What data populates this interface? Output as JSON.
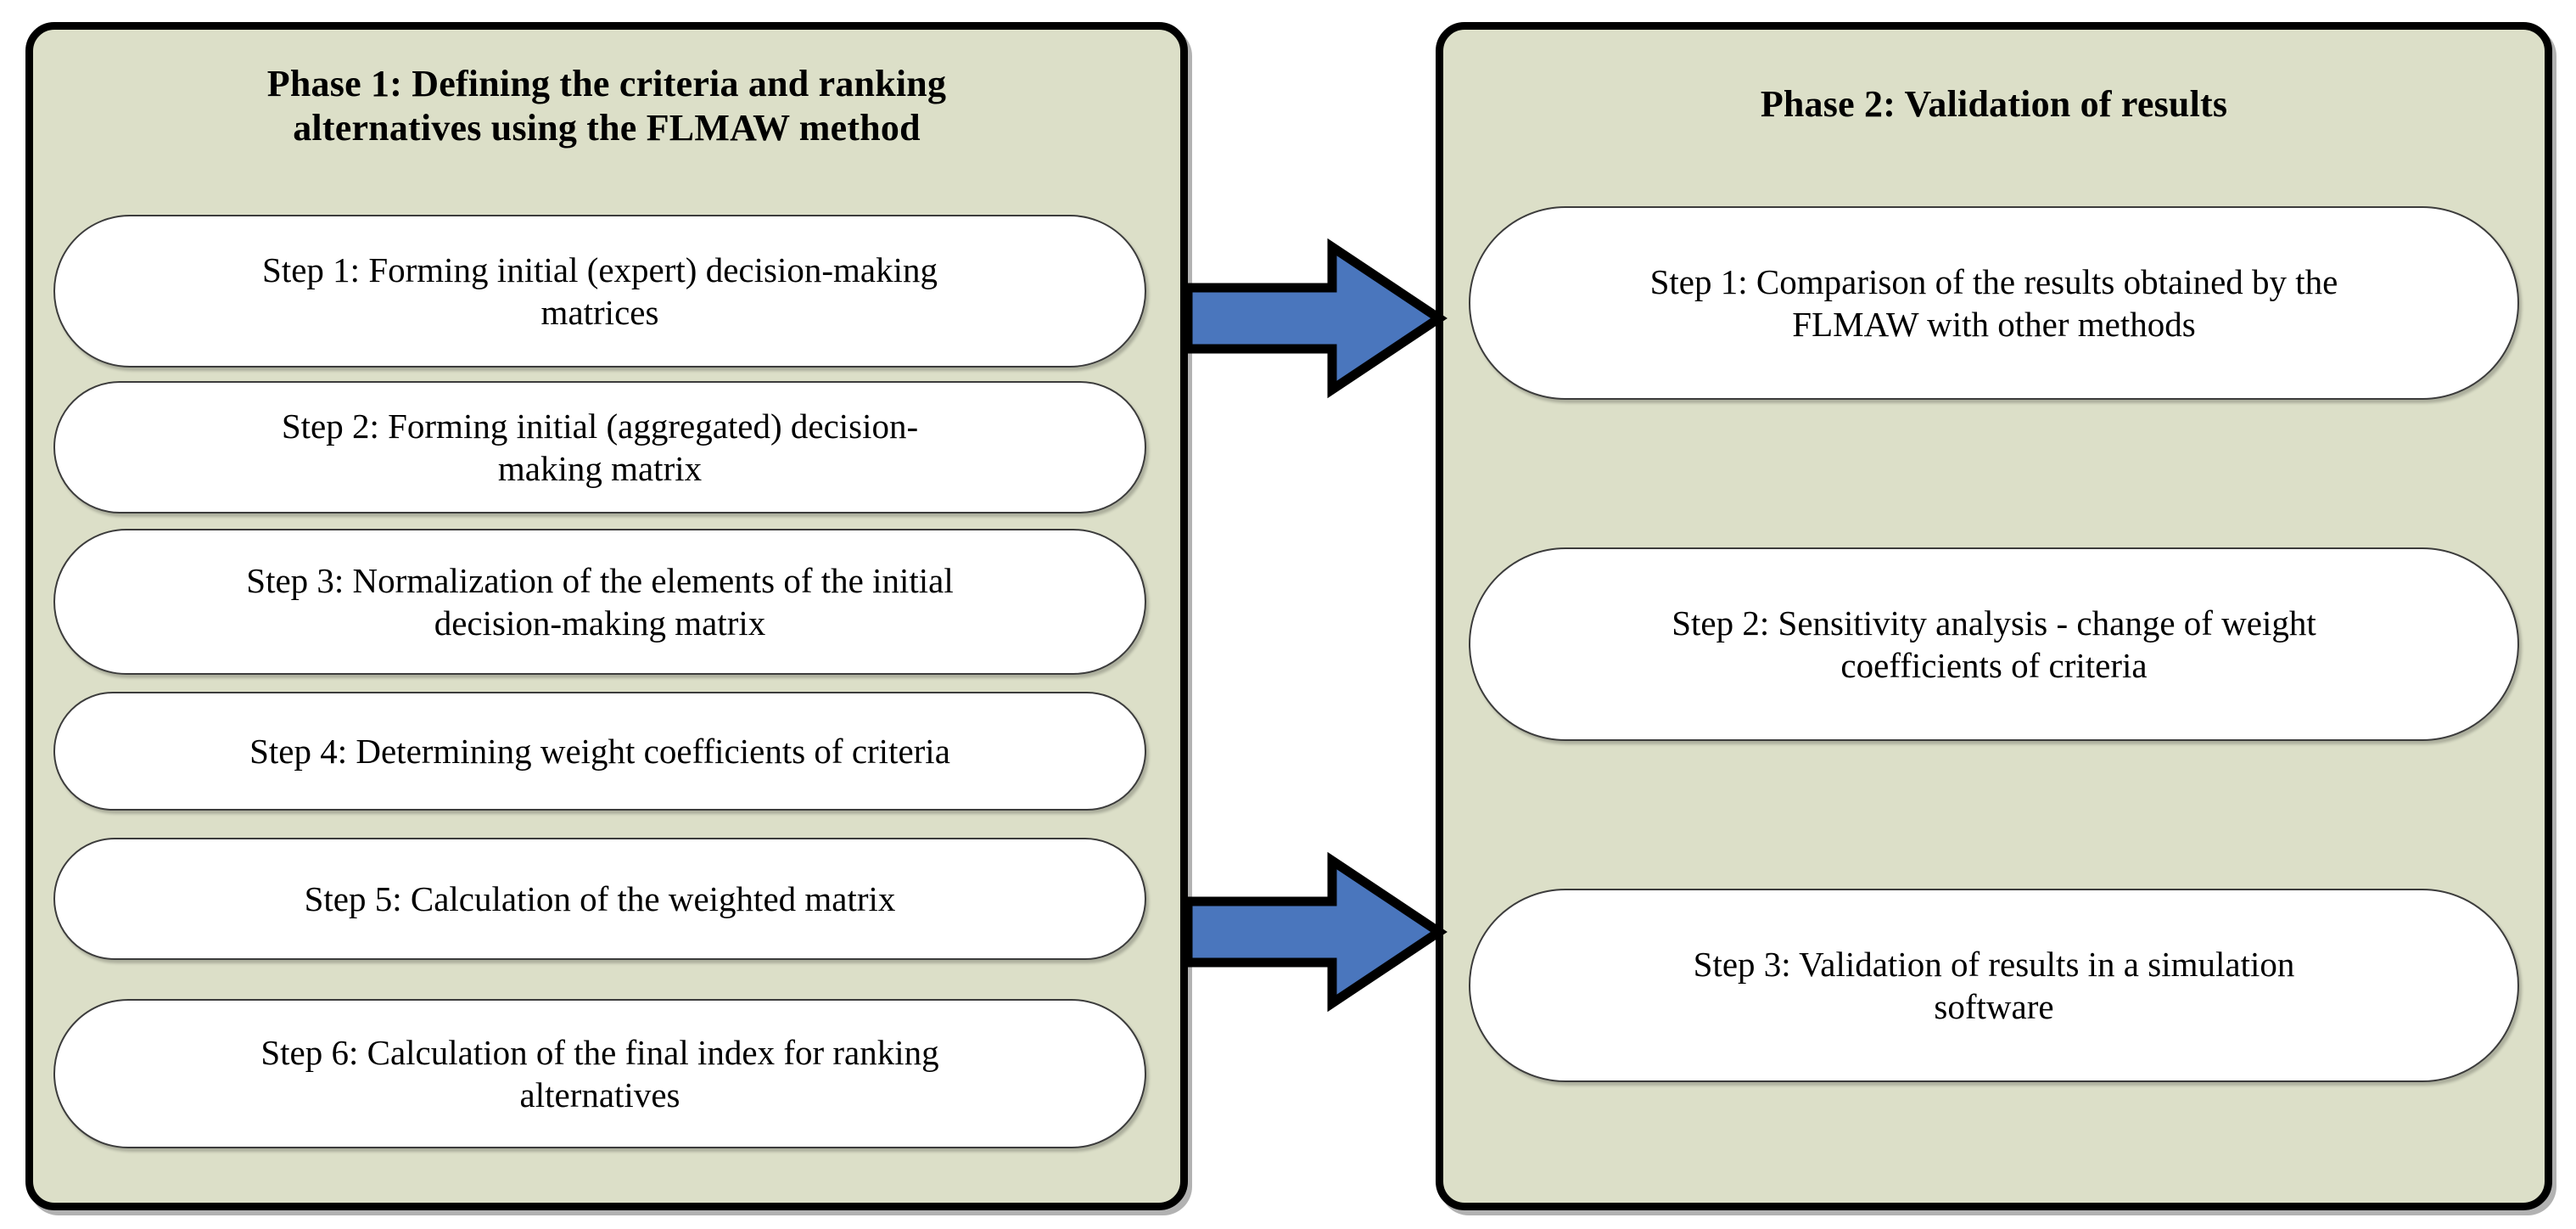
{
  "diagram": {
    "title": "Two-phase FLMAW methodology flowchart",
    "background_color": "#FFFFFF",
    "panel_fill_color": "#DCDFC8",
    "panel_border_color": "#000000",
    "step_fill_color": "#FFFFFF",
    "step_border_color": "#3C3C3C",
    "arrow_fill_color": "#4A76BD",
    "arrow_border_color": "#000000"
  },
  "phase1": {
    "title": "Phase 1: Defining the criteria and ranking alternatives using the FLMAW method",
    "title_line1": "Phase 1: Defining the criteria and ranking",
    "title_line2": "alternatives using the FLMAW method",
    "steps": [
      {
        "id": "p1-step1",
        "label": "Step 1: Forming initial (expert) decision-making\nmatrices",
        "number": "1"
      },
      {
        "id": "p1-step2",
        "label": "Step 2: Forming initial (aggregated) decision-\nmaking matrix",
        "number": "2"
      },
      {
        "id": "p1-step3",
        "label": "Step 3: Normalization of the elements of the initial\ndecision-making matrix",
        "number": "3"
      },
      {
        "id": "p1-step4",
        "label": "Step 4: Determining weight coefficients of criteria",
        "number": "4"
      },
      {
        "id": "p1-step5",
        "label": "Step 5: Calculation of the weighted matrix",
        "number": "5"
      },
      {
        "id": "p1-step6",
        "label": "Step 6: Calculation of the final index for ranking\nalternatives",
        "number": "6"
      }
    ]
  },
  "phase2": {
    "title": "Phase 2: Validation of results",
    "steps": [
      {
        "id": "p2-step1",
        "label": "Step 1: Comparison of the results obtained by the\nFLMAW with other methods",
        "number": "1"
      },
      {
        "id": "p2-step2",
        "label": "Step 2: Sensitivity analysis - change of weight\ncoefficients of criteria",
        "number": "2"
      },
      {
        "id": "p2-step3",
        "label": "Step 3: Validation of results in a simulation\nsoftware",
        "number": "3"
      }
    ]
  },
  "connectors": [
    {
      "id": "arrow-top",
      "from": "phase1",
      "to": "phase2",
      "direction": "right"
    },
    {
      "id": "arrow-bottom",
      "from": "phase1",
      "to": "phase2",
      "direction": "right"
    }
  ]
}
